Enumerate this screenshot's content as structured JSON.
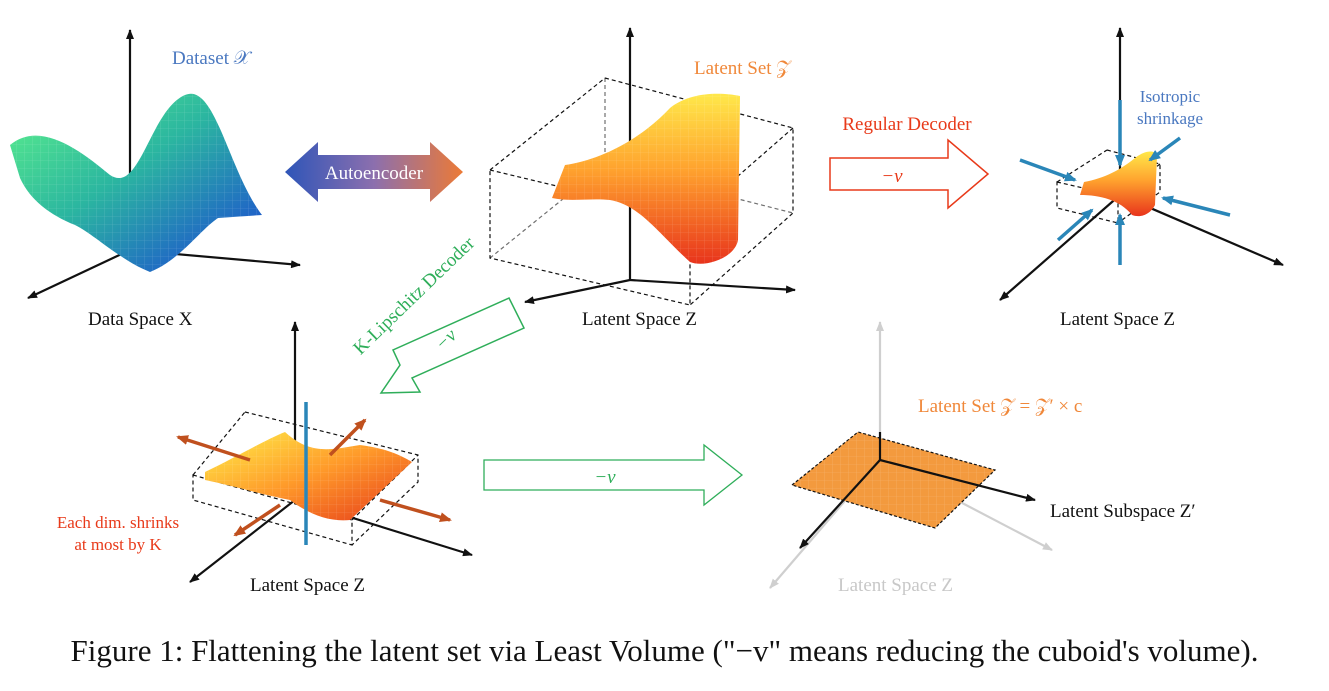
{
  "panels": {
    "data_space": {
      "set_label": "Dataset 𝒳",
      "space_label": "Data Space X"
    },
    "latent_center": {
      "set_label": "Latent Set 𝒵",
      "space_label": "Latent Space Z"
    },
    "latent_right": {
      "note": "Isotropic",
      "note2": "shrinkage",
      "space_label": "Latent Space Z"
    },
    "latent_lipschitz": {
      "note": "Each dim. shrinks",
      "note2": "at most by K",
      "space_label": "Latent Space Z"
    },
    "latent_flat": {
      "set_label": "Latent Set 𝒵 = 𝒵′ × c",
      "subspace_label": "Latent Subspace Z′",
      "space_label": "Latent Space Z"
    }
  },
  "arrows": {
    "autoencoder": "Autoencoder",
    "regular_decoder": "Regular Decoder",
    "regular_op": "−v",
    "lipschitz_decoder": "K-Lipschitz Decoder",
    "lipschitz_op": "−v",
    "flatten_op": "−v"
  },
  "colors": {
    "blue_text": "#4a78c0",
    "orange_text": "#f0883a",
    "red_text": "#e83a1a",
    "green": "#2fae5a",
    "shrink_arrow": "#2a86b8",
    "expand_arrow": "#c0501e",
    "flat_plane": "#f39a3e",
    "gray": "#c8c8c8"
  },
  "caption": "Figure 1: Flattening the latent set via Least Volume (\"−v\" means reducing the cuboid's volume)."
}
